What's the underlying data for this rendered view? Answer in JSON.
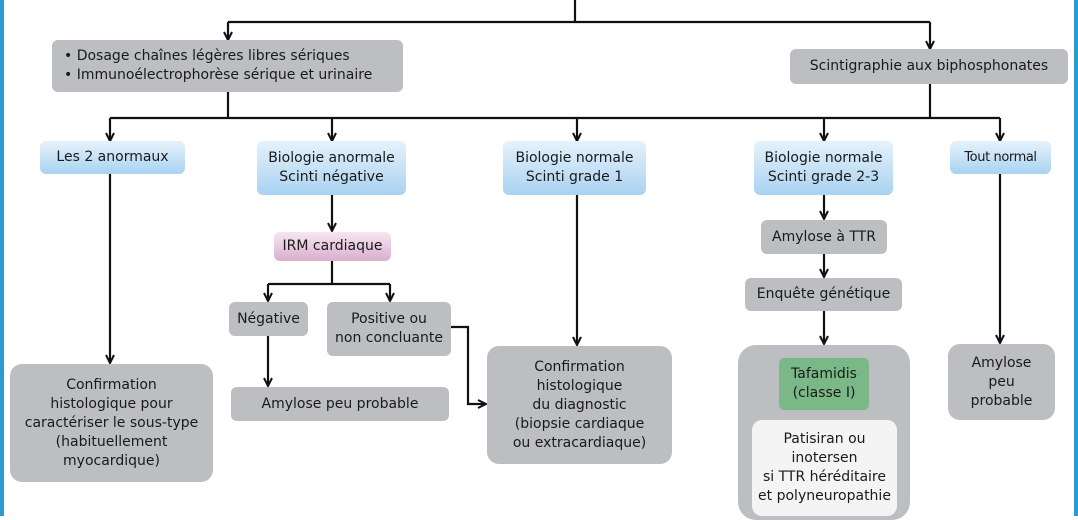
{
  "nodes": {
    "dosage": {
      "lines": [
        "• Dosage chaînes légères libres sériques",
        "• Immunoélectrophorèse sérique et urinaire"
      ]
    },
    "scinti": {
      "lines": [
        "Scintigraphie aux biphosphonates"
      ]
    },
    "les2": {
      "lines": [
        "Les 2 anormaux"
      ]
    },
    "bio_anormale": {
      "lines": [
        "Biologie anormale",
        "Scinti négative"
      ]
    },
    "bio_normale_1": {
      "lines": [
        "Biologie normale",
        "Scinti grade 1"
      ]
    },
    "bio_normale_23": {
      "lines": [
        "Biologie normale",
        "Scinti grade 2-3"
      ]
    },
    "tout_normal": {
      "lines": [
        "Tout normal"
      ]
    },
    "irm": {
      "lines": [
        "IRM cardiaque"
      ]
    },
    "negative": {
      "lines": [
        "Négative"
      ]
    },
    "positive": {
      "lines": [
        "Positive ou",
        "non concluante"
      ]
    },
    "amylose_peu_probable_mid": {
      "lines": [
        "Amylose peu probable"
      ]
    },
    "amylose_ttr": {
      "lines": [
        "Amylose à TTR"
      ]
    },
    "enquete": {
      "lines": [
        "Enquête génétique"
      ]
    },
    "confirm_left": {
      "lines": [
        "Confirmation",
        "histologique pour",
        "caractériser le sous-type",
        "(habituellement",
        "myocardique)"
      ]
    },
    "confirm_mid": {
      "lines": [
        "Confirmation",
        "histologique",
        "du diagnostic",
        "(biopsie cardiaque",
        "ou extracardiaque)"
      ]
    },
    "tafamidis": {
      "lines": [
        "Tafamidis",
        "(classe I)"
      ]
    },
    "patisiran": {
      "lines": [
        "Patisiran ou",
        "inotersen",
        "si TTR héréditaire",
        "et polyneuropathie"
      ]
    },
    "amylose_peu_probable_right": {
      "lines": [
        "Amylose",
        "peu",
        "probable"
      ]
    }
  },
  "colors": {
    "grey_box": "#bcbec1",
    "blue_box": "#a9d2f1",
    "pink_box": "#d9aecd",
    "green_box": "#7bb887",
    "frame": "#2b9bd3",
    "connector": "#111111"
  }
}
